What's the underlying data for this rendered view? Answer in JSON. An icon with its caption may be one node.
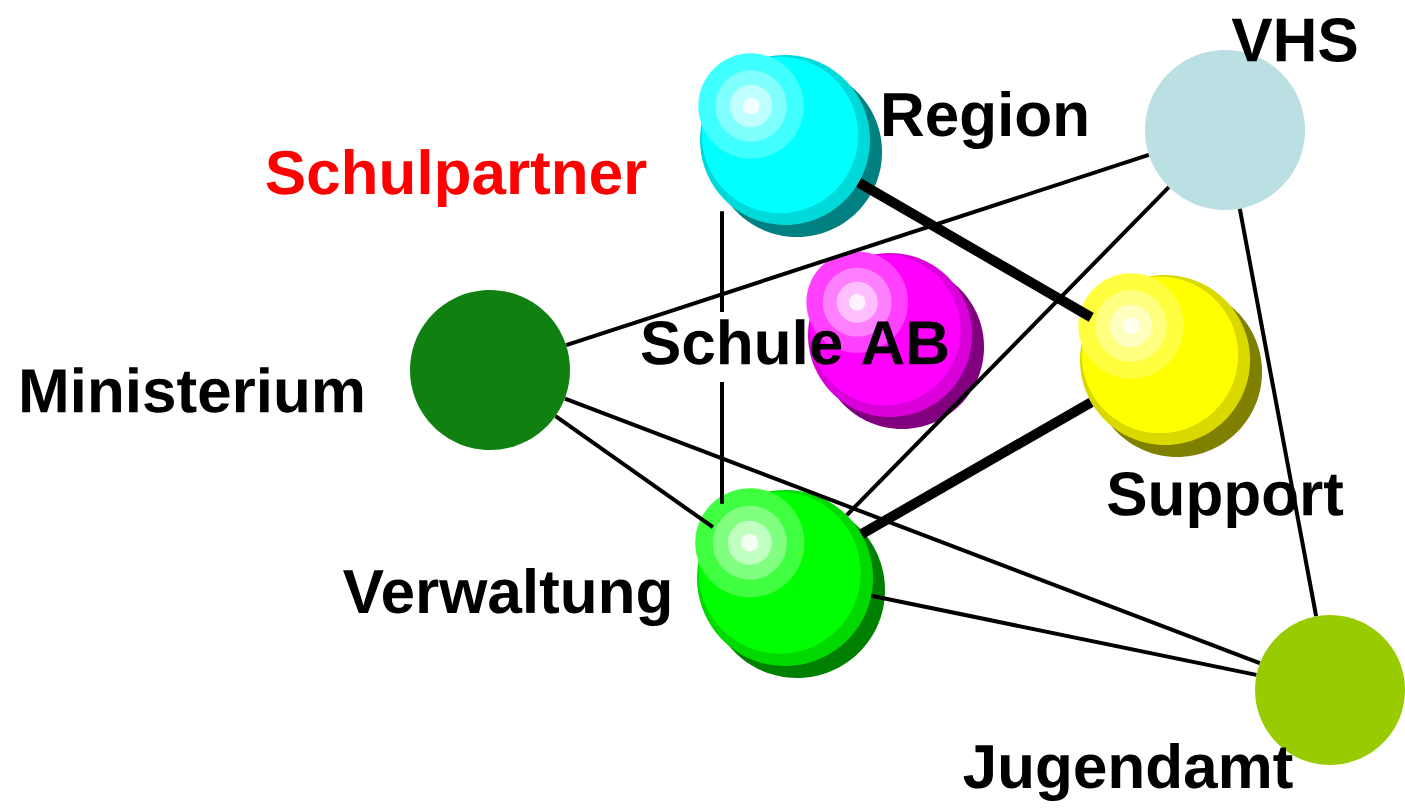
{
  "diagram": {
    "nodes": [
      {
        "text": [],
        "shape": "circle",
        "beside": [
          "Region"
        ]
      },
      {
        "text": [],
        "shape": "circle",
        "beside": [
          "VHS"
        ]
      },
      {
        "text": [],
        "shape": "circle",
        "beside": [
          "Ministerium"
        ]
      },
      {
        "text": [],
        "shape": "circle",
        "beside": [
          "Schule AB"
        ]
      },
      {
        "text": [],
        "shape": "circle",
        "beside": [
          "Support"
        ]
      },
      {
        "text": [],
        "shape": "circle",
        "beside": [
          "Verwaltung"
        ]
      },
      {
        "text": [],
        "shape": "circle",
        "beside": [
          "Jugendamt"
        ]
      }
    ],
    "edges": [
      {
        "from": 2,
        "to": 1,
        "arrow": "none"
      },
      {
        "from": 0,
        "to": 4,
        "arrow": "none",
        "style": "thick"
      },
      {
        "from": 0,
        "to": 5,
        "arrow": "none"
      },
      {
        "from": 1,
        "to": 5,
        "arrow": "none"
      },
      {
        "from": 1,
        "to": 6,
        "arrow": "none"
      },
      {
        "from": 2,
        "to": 5,
        "arrow": "none"
      },
      {
        "from": 2,
        "to": 6,
        "arrow": "none"
      },
      {
        "from": 5,
        "to": 4,
        "arrow": "none",
        "style": "thick"
      },
      {
        "from": 5,
        "to": 6,
        "arrow": "none"
      }
    ],
    "labels": [
      "Schulpartner"
    ]
  }
}
